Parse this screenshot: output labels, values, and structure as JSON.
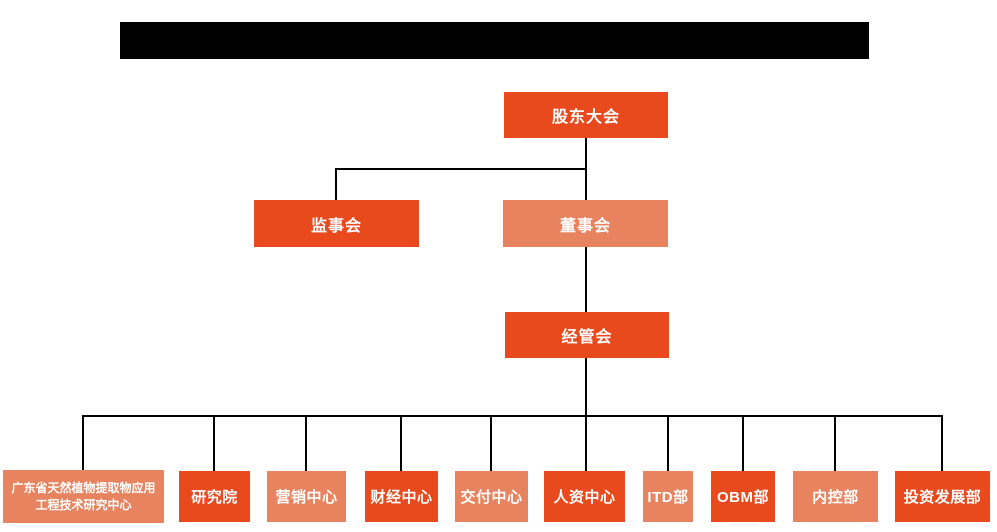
{
  "page": {
    "type": "organization-chart",
    "title_redacted": true
  },
  "colors": {
    "deep": "#E8491D",
    "light": "#E8835F",
    "line": "#000000",
    "redaction": "#000000"
  },
  "org": {
    "level1": {
      "label": "股东大会",
      "variant": "deep"
    },
    "level2": [
      {
        "label": "监事会",
        "variant": "deep"
      },
      {
        "label": "董事会",
        "variant": "light"
      }
    ],
    "level3": {
      "label": "经管会",
      "variant": "deep"
    },
    "departments": [
      {
        "label": "广东省天然植物提取物应用工程技术研究中心",
        "variant": "light"
      },
      {
        "label": "研究院",
        "variant": "deep"
      },
      {
        "label": "营销中心",
        "variant": "light"
      },
      {
        "label": "财经中心",
        "variant": "deep"
      },
      {
        "label": "交付中心",
        "variant": "light"
      },
      {
        "label": "人资中心",
        "variant": "deep"
      },
      {
        "label": "ITD部",
        "variant": "light"
      },
      {
        "label": "OBM部",
        "variant": "deep"
      },
      {
        "label": "内控部",
        "variant": "light"
      },
      {
        "label": "投资发展部",
        "variant": "deep"
      }
    ]
  }
}
